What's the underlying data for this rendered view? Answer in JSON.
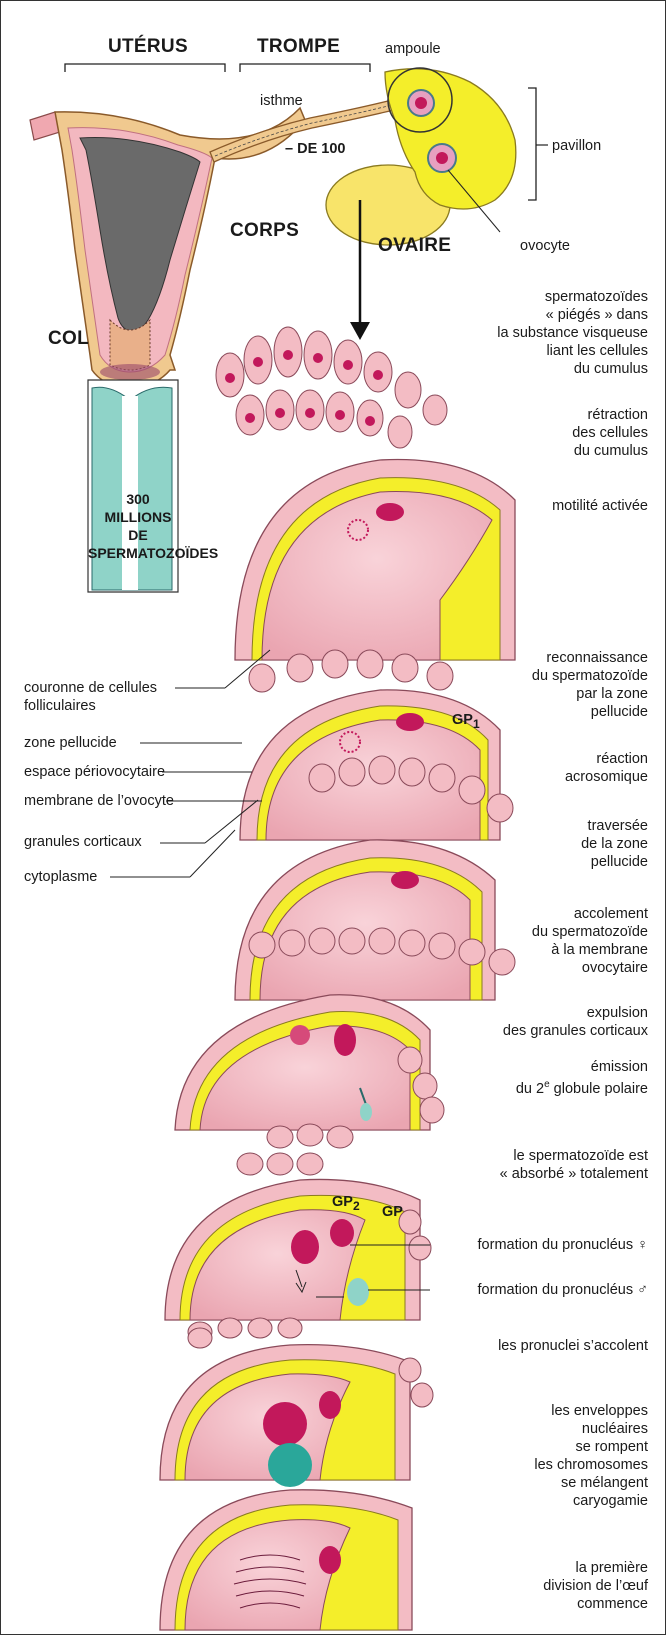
{
  "top": {
    "uterus": "UTÉRUS",
    "trompe": "TROMPE",
    "ampoule": "ampoule",
    "isthme": "isthme",
    "de100": "– DE 100",
    "pavillon": "pavillon",
    "corps": "CORPS",
    "ovaire": "OVAIRE",
    "ovocyte": "ovocyte",
    "col": "COL",
    "sperm_count": [
      "300",
      "MILLIONS",
      "DE",
      "SPERMATOZOÏDES"
    ]
  },
  "left_labels": {
    "couronne": [
      "couronne de cellules",
      "folliculaires"
    ],
    "zone": "zone pellucide",
    "espace": "espace périovocytaire",
    "membrane": "membrane de l’ovocyte",
    "granules": "granules corticaux",
    "cytoplasme": "cytoplasme"
  },
  "markers": {
    "gp1": "GP",
    "gp1_sub": "1",
    "gp2": "GP",
    "gp2_sub": "2",
    "gp": "GP"
  },
  "steps": {
    "s1": [
      "spermatozoïdes",
      "« piégés » dans",
      "la substance visqueuse",
      "liant les cellules",
      "du cumulus"
    ],
    "s2": [
      "rétraction",
      "des cellules",
      "du cumulus"
    ],
    "s3": [
      "motilité activée"
    ],
    "s4": [
      "reconnaissance",
      "du spermatozoïde",
      "par la zone",
      "pellucide"
    ],
    "s5": [
      "réaction",
      "acrosomique"
    ],
    "s6": [
      "traversée",
      "de la zone",
      "pellucide"
    ],
    "s7": [
      "accolement",
      "du spermatozoïde",
      "à la membrane",
      "ovocytaire"
    ],
    "s8": [
      "expulsion",
      "des granules corticaux"
    ],
    "s9_line1": "émission",
    "s9_pre": "du 2",
    "s9_sup": "e",
    "s9_post": " globule polaire",
    "s10": [
      "le spermatozoïde est",
      "« absorbé » totalement"
    ],
    "s11": "formation du pronucléus ♀",
    "s12": "formation du pronucléus ♂",
    "s13": [
      "les pronuclei s’accolent"
    ],
    "s14": [
      "les enveloppes",
      "nucléaires",
      "se rompent",
      "les chromosomes",
      "se mélangent",
      "caryogamie"
    ],
    "s15": [
      "la première",
      "division de l’œuf",
      "commence"
    ]
  },
  "colors": {
    "pink": "#f3bcc4",
    "pink_dark": "#e58fa0",
    "yellow": "#f4ee2a",
    "cyan": "#7fd0c4",
    "magenta": "#c2185b",
    "tan": "#f0c98f",
    "uterine_lining": "#5a5a5a"
  }
}
